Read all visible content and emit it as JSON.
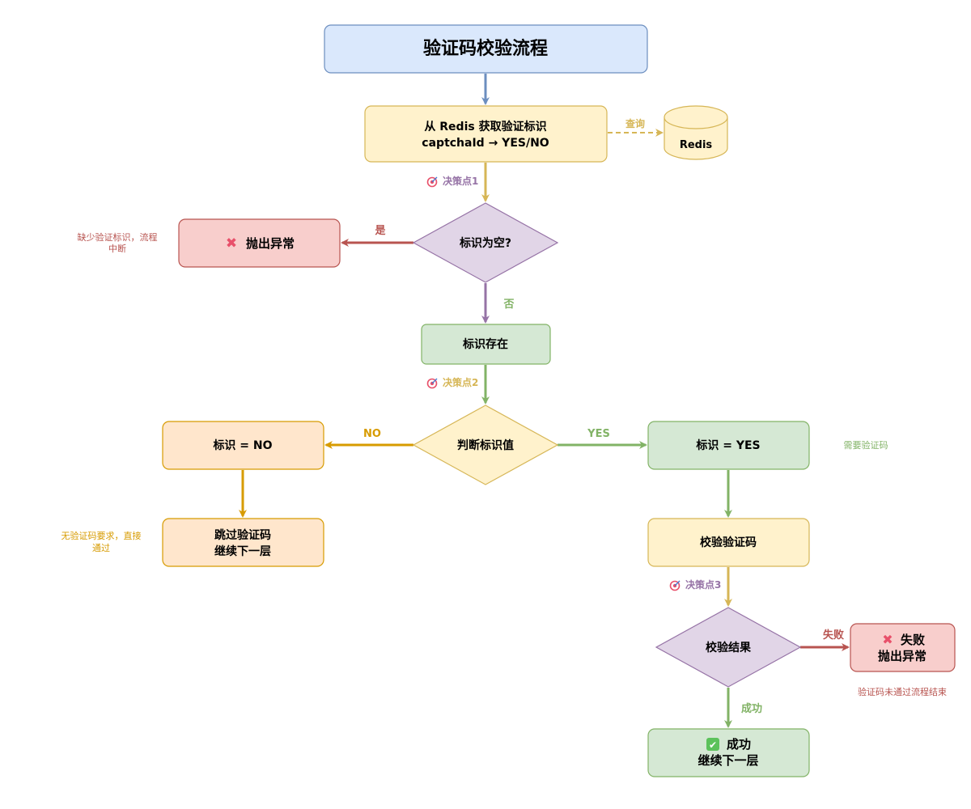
{
  "title": "验证码校验流程",
  "nodes": {
    "fetch": {
      "line1": "从 Redis 获取验证标识",
      "line2": "captchaId → YES/NO"
    },
    "redis": {
      "label": "Redis"
    },
    "is_empty": {
      "label": "标识为空?"
    },
    "throw1": {
      "icon": "cross-mark-icon",
      "icon_char": "✖",
      "label": "抛出异常"
    },
    "exists": {
      "label": "标识存在"
    },
    "judge": {
      "label": "判断标识值"
    },
    "no_node": {
      "label": "标识 = NO"
    },
    "skip": {
      "line1": "跳过验证码",
      "line2": "继续下一层"
    },
    "yes_node": {
      "label": "标识 = YES"
    },
    "verify": {
      "label": "校验验证码"
    },
    "result": {
      "label": "校验结果"
    },
    "fail": {
      "icon": "cross-mark-icon",
      "icon_char": "✖",
      "line1": "失败",
      "line2": "抛出异常"
    },
    "success": {
      "icon": "check-mark-icon",
      "icon_char": "✔",
      "line1": "成功",
      "line2": "继续下一层"
    }
  },
  "edges": {
    "query": "查询",
    "yes_empty": "是",
    "no_empty": "否",
    "no": "NO",
    "yes": "YES",
    "fail": "失败",
    "success": "成功"
  },
  "decisions": {
    "icon": "target-icon",
    "d1": "决策点1",
    "d2": "决策点2",
    "d3": "决策点3"
  },
  "notes": {
    "missing_1": "缺少验证标识，流程",
    "missing_2": "中断",
    "no_captcha_1": "无验证码要求，直接",
    "no_captcha_2": "通过",
    "need_captcha": "需要验证码",
    "fail_end": "验证码未通过流程结束"
  },
  "colors": {
    "blue_fill": "#dae8fc",
    "blue_stroke": "#6c8ebf",
    "yellow_fill": "#fff2cc",
    "yellow_stroke": "#d6b656",
    "purple_fill": "#e1d5e7",
    "purple_stroke": "#9673a6",
    "red_fill": "#f8cecc",
    "red_stroke": "#b85450",
    "green_fill": "#d5e8d4",
    "green_stroke": "#82b366",
    "orange_fill": "#ffe6cc",
    "orange_stroke": "#d79b00",
    "purple_text": "#9673a6",
    "green_text": "#82b366",
    "red_text": "#b85450",
    "orange_text": "#d79b00"
  }
}
